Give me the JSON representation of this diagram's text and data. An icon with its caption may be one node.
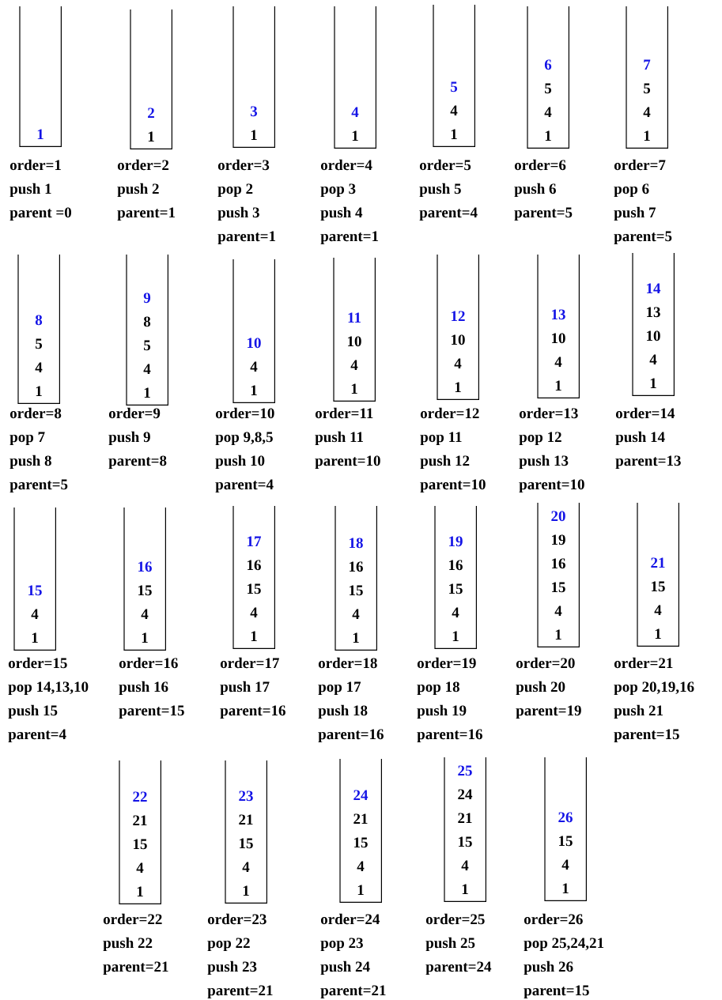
{
  "diagram": {
    "nodes": [
      {
        "text": [
          "1"
        ],
        "beside": [
          "order=1",
          "push 1",
          "parent =0"
        ]
      },
      {
        "text": [
          "2",
          "1"
        ],
        "beside": [
          "order=2",
          "push 2",
          "parent=1"
        ]
      },
      {
        "text": [
          "3",
          "1"
        ],
        "beside": [
          "order=3",
          "pop 2",
          "push 3",
          "parent=1"
        ]
      },
      {
        "text": [
          "4",
          "1"
        ],
        "beside": [
          "order=4",
          "pop 3",
          "push 4",
          "parent=1"
        ]
      },
      {
        "text": [
          "5",
          "4",
          "1"
        ],
        "beside": [
          "order=5",
          "push 5",
          "parent=4"
        ]
      },
      {
        "text": [
          "6",
          "5",
          "4",
          "1"
        ],
        "beside": [
          "order=6",
          "push 6",
          "parent=5"
        ]
      },
      {
        "text": [
          "7",
          "5",
          "4",
          "1"
        ],
        "beside": [
          "order=7",
          "pop 6",
          "push 7",
          "parent=5"
        ]
      },
      {
        "text": [
          "8",
          "5",
          "4",
          "1"
        ],
        "beside": [
          "order=8",
          "pop 7",
          "push 8",
          "parent=5"
        ]
      },
      {
        "text": [
          "9",
          "8",
          "5",
          "4",
          "1"
        ],
        "beside": [
          "order=9",
          "push 9",
          "parent=8"
        ]
      },
      {
        "text": [
          "10",
          "4",
          "1"
        ],
        "beside": [
          "order=10",
          "pop 9,8,5",
          "push 10",
          "parent=4"
        ]
      },
      {
        "text": [
          "11",
          "10",
          "4",
          "1"
        ],
        "beside": [
          "order=11",
          "push 11",
          "parent=10"
        ]
      },
      {
        "text": [
          "12",
          "10",
          "4",
          "1"
        ],
        "beside": [
          "order=12",
          "pop 11",
          "push 12",
          "parent=10"
        ]
      },
      {
        "text": [
          "13",
          "10",
          "4",
          "1"
        ],
        "beside": [
          "order=13",
          "pop 12",
          "push 13",
          "parent=10"
        ]
      },
      {
        "text": [
          "14",
          "13",
          "10",
          "4",
          "1"
        ],
        "beside": [
          "order=14",
          "push 14",
          "parent=13"
        ]
      },
      {
        "text": [
          "15",
          "4",
          "1"
        ],
        "beside": [
          "order=15",
          "pop 14,13,10",
          "push 15",
          "parent=4"
        ]
      },
      {
        "text": [
          "16",
          "15",
          "4",
          "1"
        ],
        "beside": [
          "order=16",
          "push 16",
          "parent=15"
        ]
      },
      {
        "text": [
          "17",
          "16",
          "15",
          "4",
          "1"
        ],
        "beside": [
          "order=17",
          "push 17",
          "parent=16"
        ]
      },
      {
        "text": [
          "18",
          "16",
          "15",
          "4",
          "1"
        ],
        "beside": [
          "order=18",
          "pop 17",
          "push 18",
          "parent=16"
        ]
      },
      {
        "text": [
          "19",
          "16",
          "15",
          "4",
          "1"
        ],
        "beside": [
          "order=19",
          "pop 18",
          "push 19",
          "parent=16"
        ]
      },
      {
        "text": [
          "20",
          "19",
          "16",
          "15",
          "4",
          "1"
        ],
        "beside": [
          "order=20",
          "push 20",
          "parent=19"
        ]
      },
      {
        "text": [
          "21",
          "15",
          "4",
          "1"
        ],
        "beside": [
          "order=21",
          "pop 20,19,16",
          "push 21",
          "parent=15"
        ]
      },
      {
        "text": [
          "22",
          "21",
          "15",
          "4",
          "1"
        ],
        "beside": [
          "order=22",
          "push 22",
          "parent=21"
        ]
      },
      {
        "text": [
          "23",
          "21",
          "15",
          "4",
          "1"
        ],
        "beside": [
          "order=23",
          "pop 22",
          "push 23",
          "parent=21"
        ]
      },
      {
        "text": [
          "24",
          "21",
          "15",
          "4",
          "1"
        ],
        "beside": [
          "order=24",
          "pop 23",
          "push 24",
          "parent=21"
        ]
      },
      {
        "text": [
          "25",
          "24",
          "21",
          "15",
          "4",
          "1"
        ],
        "beside": [
          "order=25",
          "push 25",
          "parent=24"
        ]
      },
      {
        "text": [
          "26",
          "15",
          "4",
          "1"
        ],
        "beside": [
          "order=26",
          "pop 25,24,21",
          "push 26",
          "parent=15"
        ]
      }
    ]
  }
}
